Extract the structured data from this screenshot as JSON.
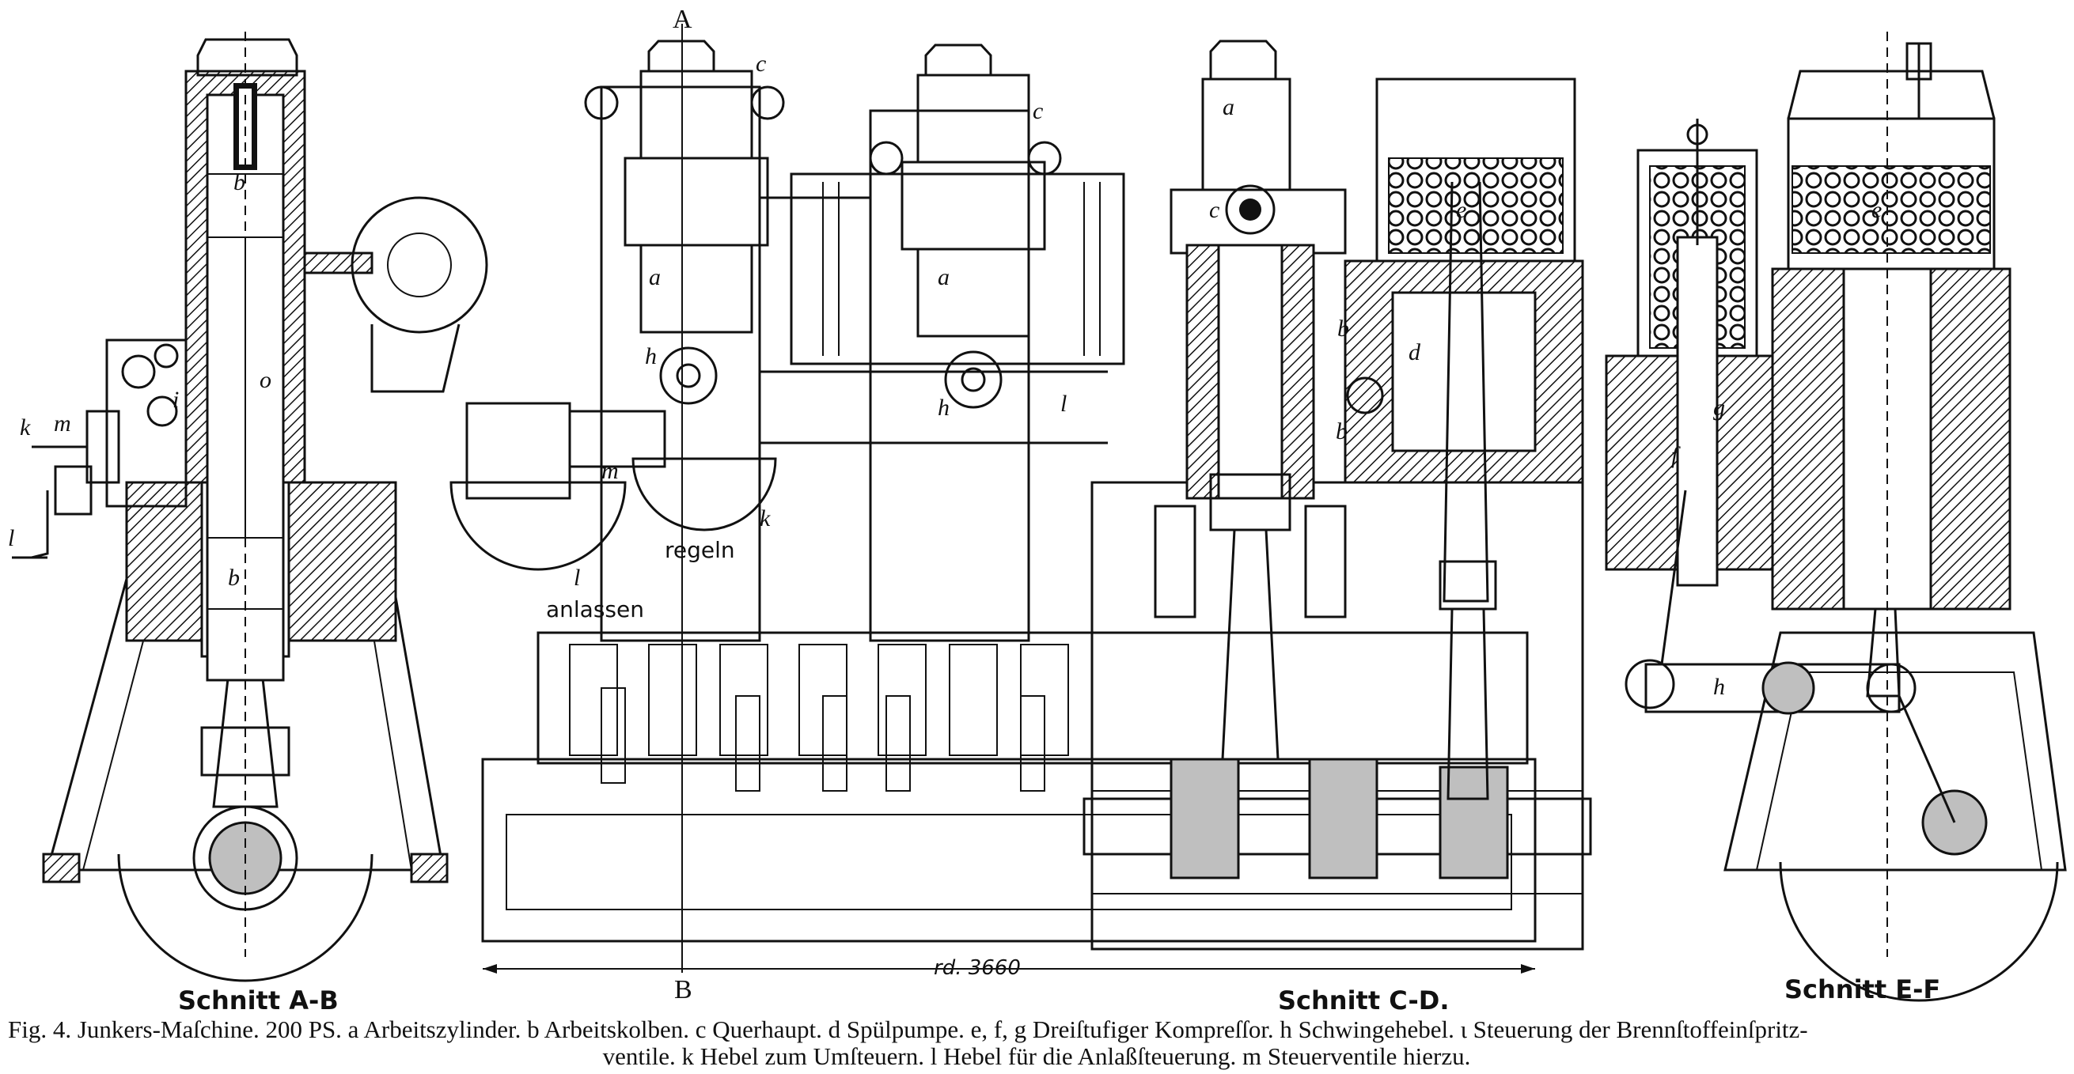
{
  "section_labels": {
    "ab": "Schnitt A-B",
    "cd": "Schnitt C-D.",
    "ef": "Schnitt E-F"
  },
  "dimension": "rd. 3660",
  "markers": {
    "top": "A",
    "bottom": "B"
  },
  "annotations": {
    "regeln": "regeln",
    "anlassen": "anlassen"
  },
  "part_letters": {
    "a": "a",
    "b": "b",
    "c": "c",
    "d": "d",
    "e": "e",
    "f": "f",
    "g": "g",
    "h": "h",
    "i": "i",
    "k": "k",
    "l": "l",
    "m": "m",
    "o": "o"
  },
  "caption": {
    "line1": "Fig. 4.  Junkers-Maſchine.  200 PS.  a Arbeitszylinder.  b Arbeitskolben.  c Querhaupt.  d Spülpumpe.  e, f, g  Dreiſtufiger Kompreſſor.  h Schwingehebel.  ι Steuerung der Brennſtoffeinſpritz-",
    "line2": "ventile.  k Hebel zum Umſteuern.  l Hebel für die Anlaßſteuerung.  m Steuerventile hierzu."
  }
}
